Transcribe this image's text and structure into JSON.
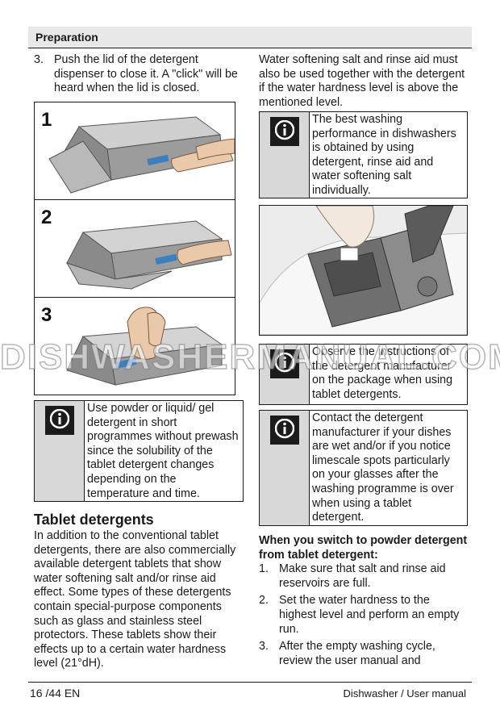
{
  "section": {
    "title": "Preparation"
  },
  "left": {
    "step3": {
      "num": "3.",
      "text": "Push the lid of the detergent dispenser to close it. A \"click\" will be heard when the lid is closed."
    },
    "figure_labels": [
      "1",
      "2",
      "3"
    ],
    "note1": "Use powder or liquid/ gel detergent in short programmes without prewash since the solubility of the tablet detergent changes depending on the temperature and time.",
    "tablet_heading": "Tablet detergents",
    "tablet_body": "In addition to the conventional tablet detergents, there are also commercially available detergent tablets that show water softening salt and/or rinse aid effect.  Some types of these detergents contain special-purpose components such as glass and stainless steel protectors.  These tablets show their effects up to a certain water hardness level (21°dH)."
  },
  "right": {
    "intro": "Water softening salt and rinse aid must also be used together with the detergent if the water hardness level is above the mentioned level.",
    "note2": "The best washing performance in dishwashers is obtained by using detergent, rinse aid and water softening salt individually.",
    "note3": "Observe the instructions of the detergent manufacturer on the package when using tablet detergents.",
    "note4": "Contact the detergent manufacturer if your dishes are wet and/or if you notice limescale spots particularly on your glasses after the washing programme is over when using a tablet detergent.",
    "switch_heading": "When you switch to powder detergent from tablet detergent:",
    "steps": [
      {
        "num": "1.",
        "text": "Make sure that salt and rinse aid reservoirs are full."
      },
      {
        "num": "2.",
        "text": "Set the water hardness to the highest level and perform an empty run."
      },
      {
        "num": "3.",
        "text": "After the empty washing cycle, review the user manual and"
      }
    ]
  },
  "watermark": "DISHWASHERMANUAL.COM",
  "footer": {
    "page": "16 /44 EN",
    "title": "Dishwasher / User manual"
  },
  "icons": [
    "info-icon"
  ]
}
